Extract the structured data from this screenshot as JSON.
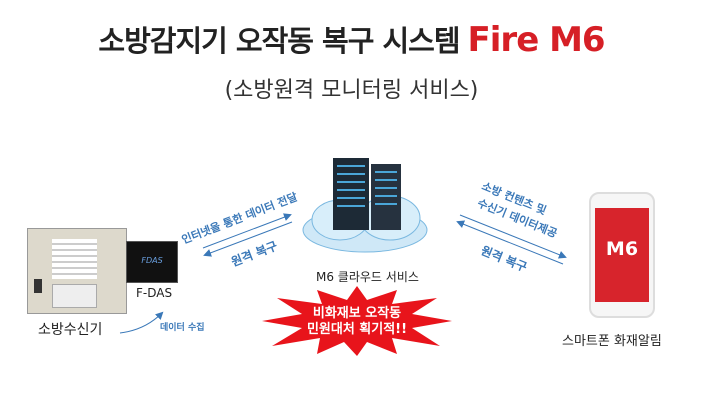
{
  "title": {
    "text": "소방감지기 오작동 복구 시스템",
    "brand": "Fire M6"
  },
  "subtitle": "(소방원격 모니터링 서비스)",
  "nodes": {
    "receiver": "소방수신기",
    "fdas": "F-DAS",
    "fdas_logo": "FDAS",
    "cloud": "M6 클라우드 서비스",
    "phone": "스마트폰 화재알림",
    "phone_logo": "M6"
  },
  "arrows": {
    "collect": "데이터 수집",
    "internet": "인터넷을 통한 데이터 전달",
    "remote_left": "원격 복구",
    "provide_line1": "소방 컨텐츠 및",
    "provide_line2": "수신기 데이터제공",
    "remote_right": "원격 복구"
  },
  "callout": {
    "line1": "비화재보 오작동",
    "line2": "민원대처 획기적!!"
  },
  "colors": {
    "brand": "#d61f26",
    "arrow": "#3a78b8"
  }
}
